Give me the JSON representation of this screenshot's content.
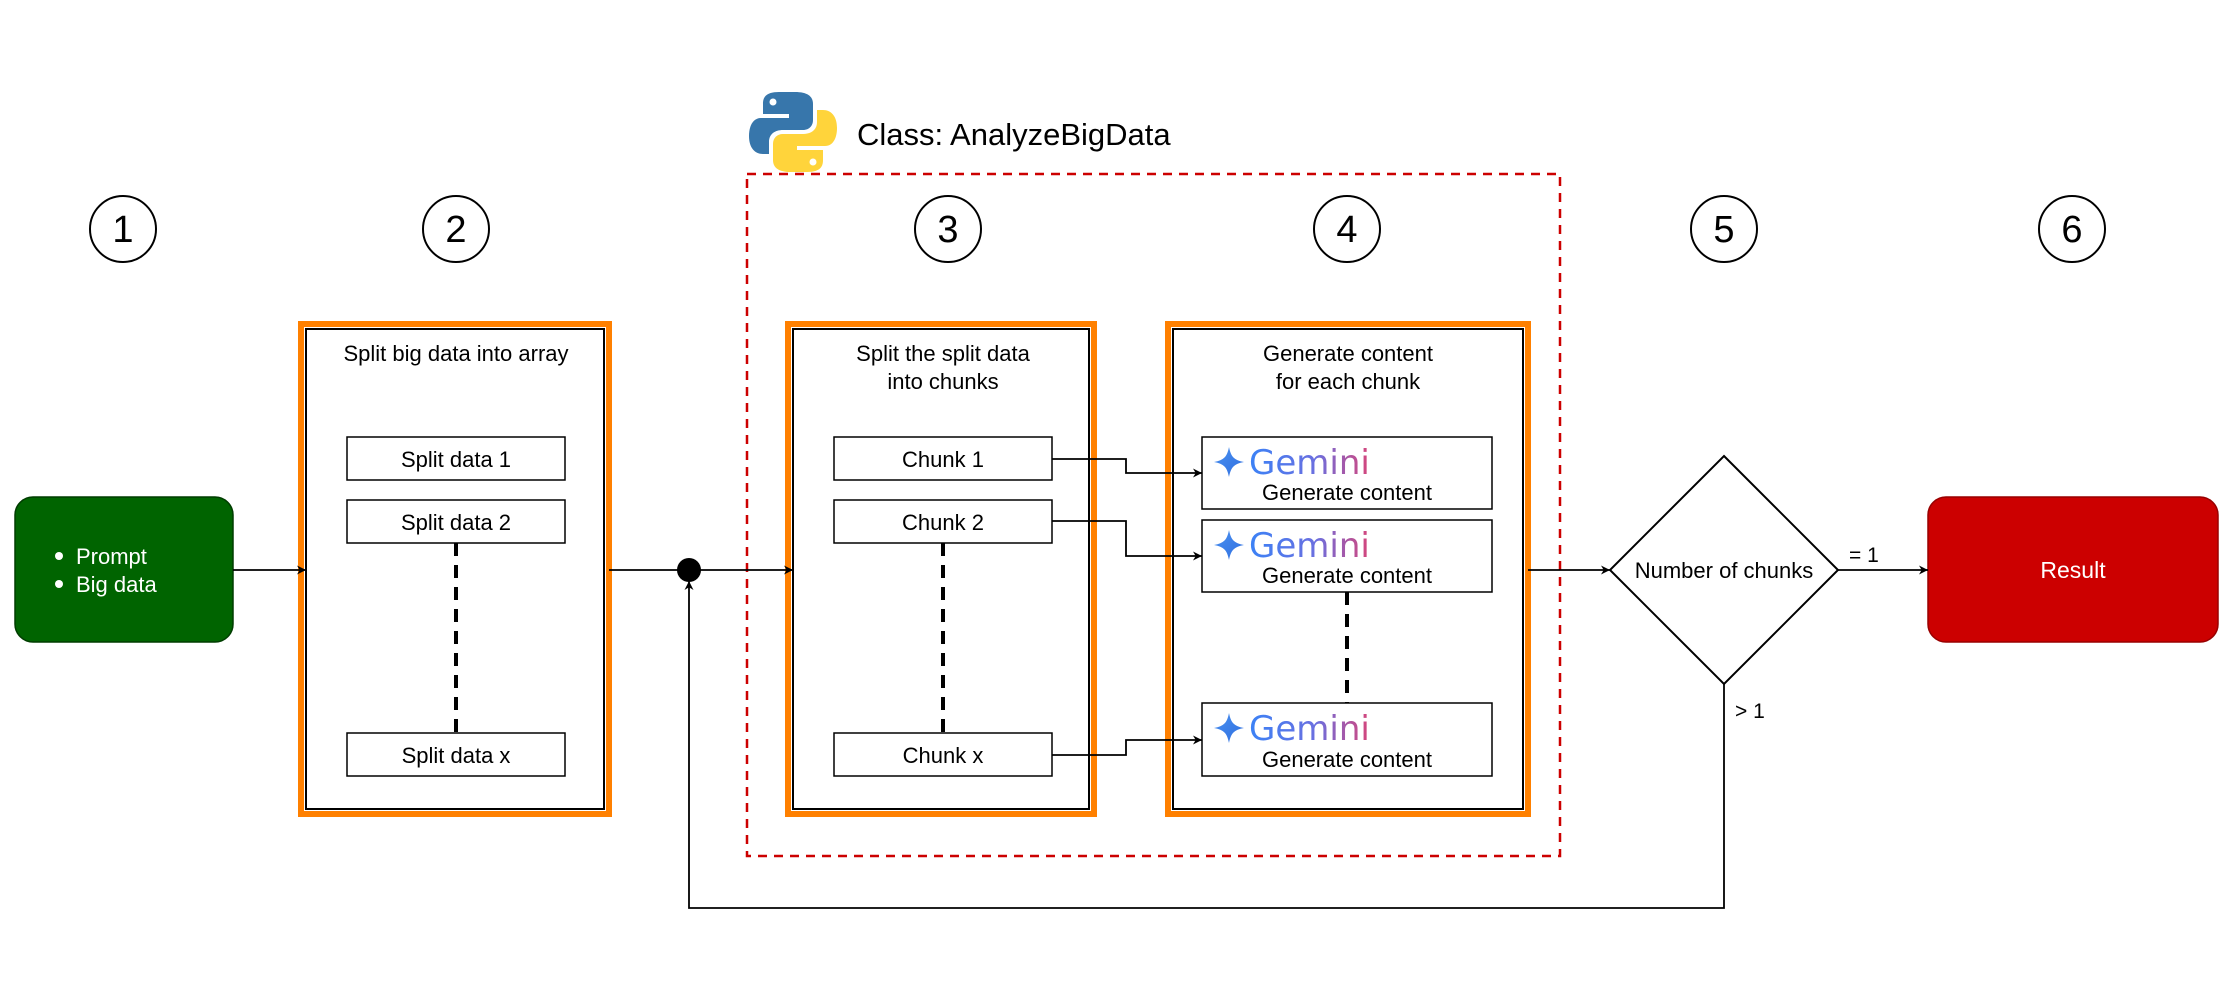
{
  "class_label": "Class: AnalyzeBigData",
  "python_logo_icon": "python-logo",
  "step_numbers": [
    "1",
    "2",
    "3",
    "4",
    "5",
    "6"
  ],
  "input": {
    "items": [
      "Prompt",
      "Big data"
    ],
    "color": "#006400"
  },
  "split_box": {
    "title": "Split big data into array",
    "items": [
      "Split data 1",
      "Split data 2",
      "Split data x"
    ]
  },
  "chunk_box": {
    "title_line1": "Split the split data",
    "title_line2": "into chunks",
    "items": [
      "Chunk 1",
      "Chunk 2",
      "Chunk x"
    ]
  },
  "generate_box": {
    "title_line1": "Generate content",
    "title_line2": "for each chunk",
    "brand": "Gemini",
    "brand_icon": "gemini-sparkle-icon",
    "items": [
      "Generate content",
      "Generate content",
      "Generate content"
    ]
  },
  "decision": {
    "label": "Number of chunks",
    "eq_label": "= 1",
    "gt_label": "> 1"
  },
  "result": {
    "label": "Result",
    "color": "#cc0000"
  },
  "colors": {
    "process_border": "#ff8000",
    "class_border": "#cc0000",
    "gemini_blue": "#3b82f6",
    "gemini_pink": "#d6457a"
  }
}
